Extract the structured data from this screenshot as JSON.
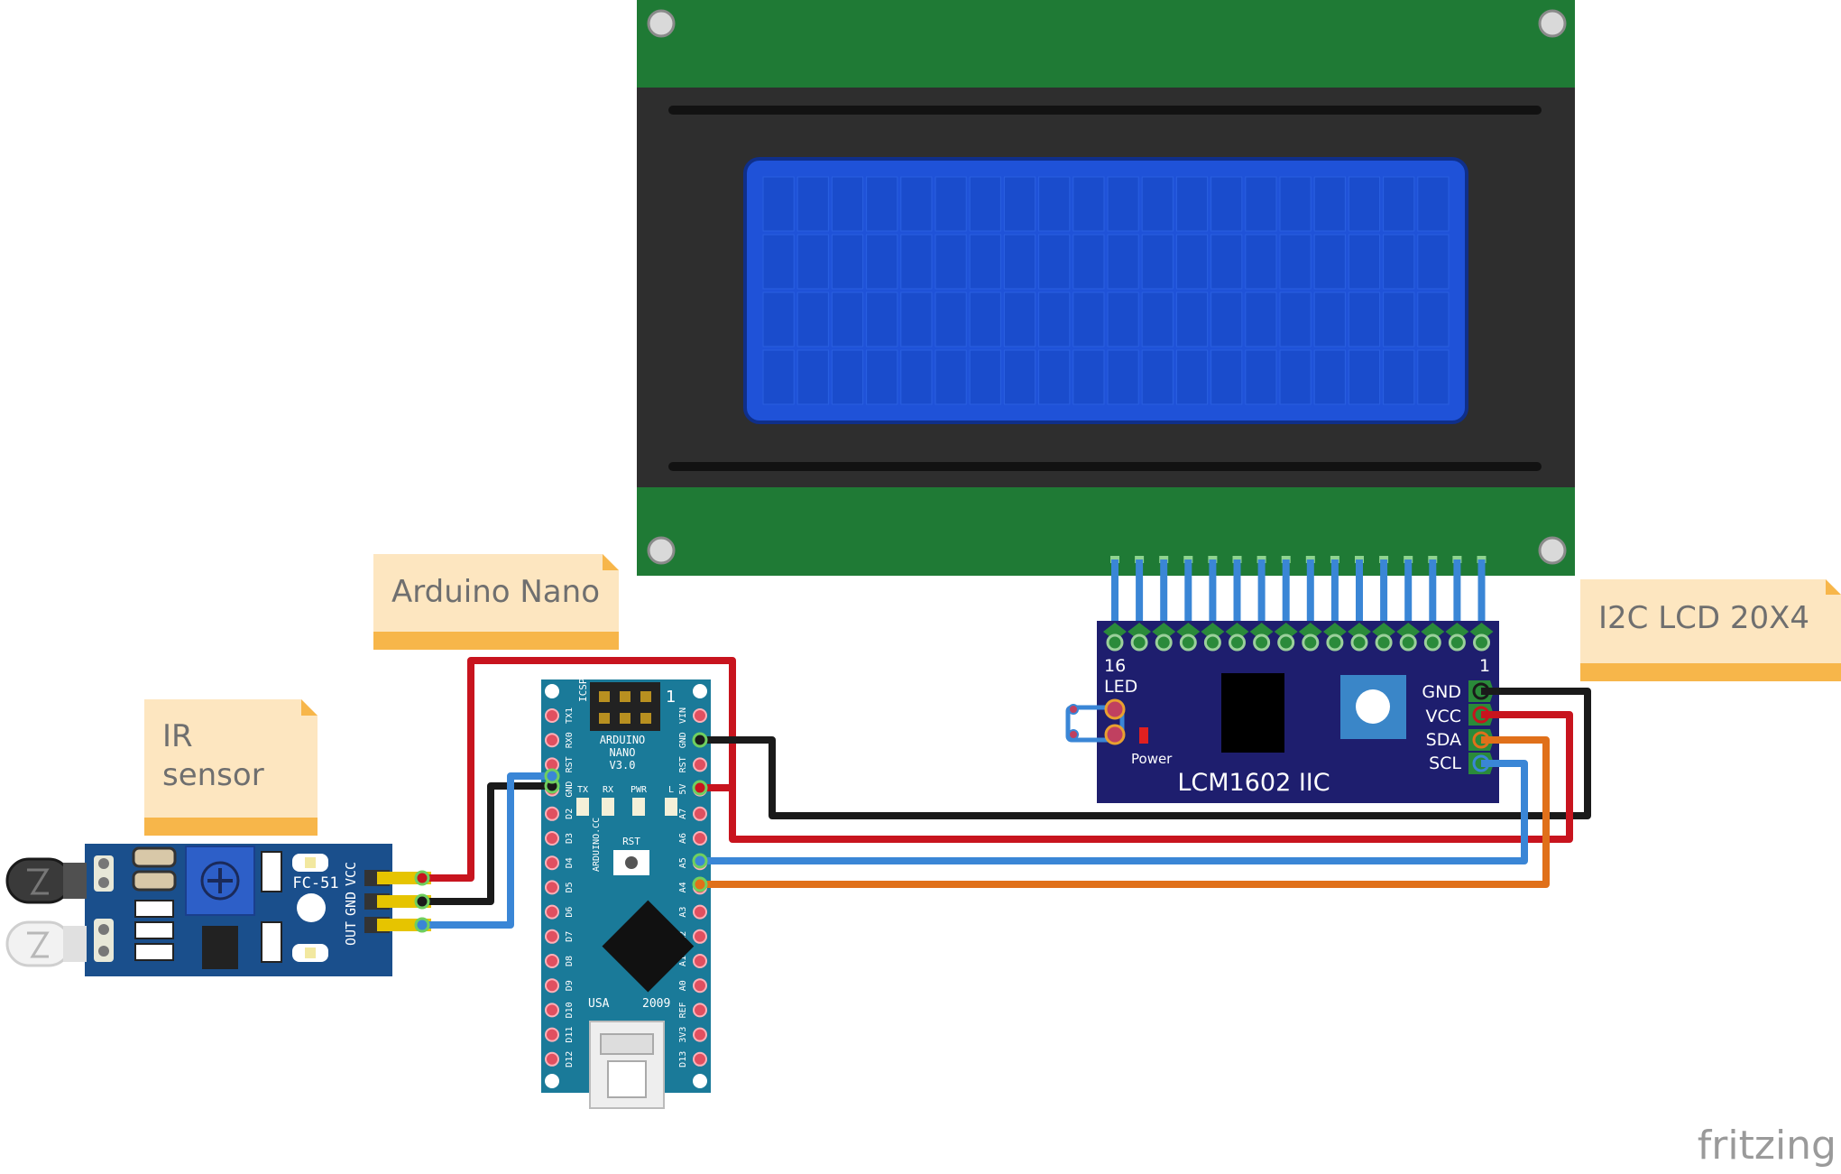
{
  "notes": {
    "arduino": "Arduino Nano",
    "ir_line1": "IR",
    "ir_line2": "sensor",
    "lcd": "I2C LCD 20X4"
  },
  "ir_module": {
    "model": "FC-51",
    "pins": [
      "OUT",
      "GND",
      "VCC"
    ]
  },
  "nano": {
    "name_line1": "ARDUINO",
    "name_line2": "NANO",
    "name_line3": "V3.0",
    "icsp": "ICSP",
    "icsp_one": "1",
    "leds": [
      "TX",
      "RX",
      "PWR",
      "L"
    ],
    "rst_label": "RST",
    "side_label": "ARDUINO.CC",
    "usa": "USA",
    "year": "2009",
    "left_pins": [
      "TX1",
      "RX0",
      "RST",
      "GND",
      "D2",
      "D3",
      "D4",
      "D5",
      "D6",
      "D7",
      "D8",
      "D9",
      "D10",
      "D11",
      "D12"
    ],
    "right_pins": [
      "VIN",
      "GND",
      "RST",
      "5V",
      "A7",
      "A6",
      "A5",
      "A4",
      "A3",
      "A2",
      "A1",
      "A0",
      "REF",
      "3V3",
      "D13"
    ]
  },
  "i2c_backpack": {
    "title": "LCM1602 IIC",
    "pin16": "16",
    "pin1": "1",
    "led": "LED",
    "power": "Power",
    "pins": [
      "GND",
      "VCC",
      "SDA",
      "SCL"
    ]
  },
  "watermark": "fritzing",
  "colors": {
    "wire_red": "#c8141e",
    "wire_black": "#1a1a1a",
    "wire_blue": "#3a86d6",
    "wire_orange": "#e0701a",
    "pcb_teal": "#1a7a99",
    "pcb_navy": "#1e1e6e",
    "lcd_green": "#1f7a35",
    "lcd_screen": "#1f52d8",
    "note_fill": "#fde6c0",
    "note_band": "#f7b64a"
  }
}
